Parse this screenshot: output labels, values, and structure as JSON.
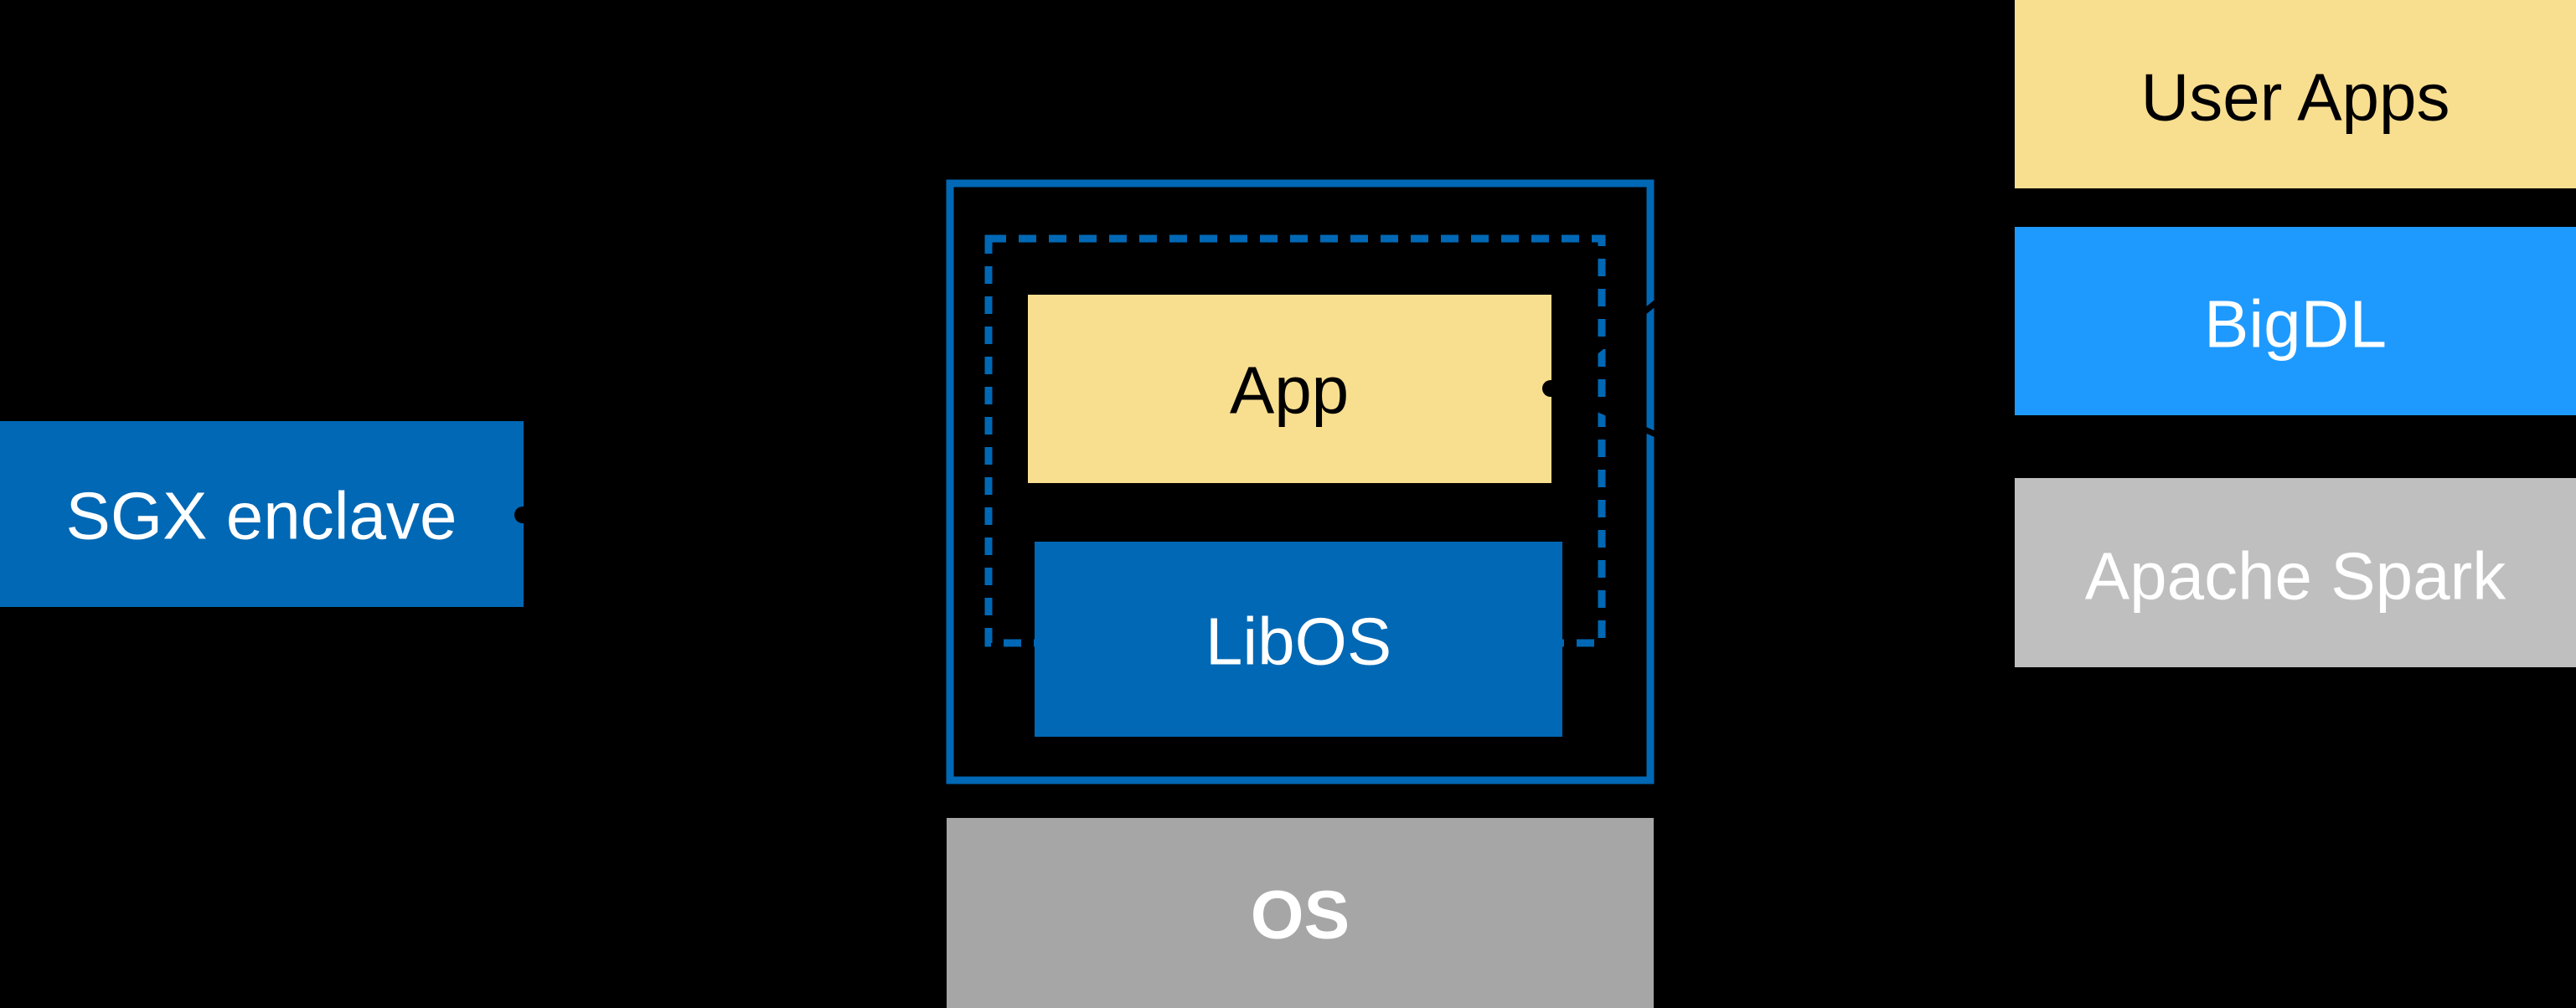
{
  "diagram": {
    "title_hint": "SGX enclave LibOS architecture diagram",
    "background": "#000000",
    "colors": {
      "intel_blue": "#0068B5",
      "bigdl_blue": "#1E9AFF",
      "box_yellow": "#F8DE8F",
      "spark_gray": "#BFBFBF",
      "os_gray": "#A6A6A6",
      "line_black": "#000000",
      "text_white": "#FFFFFF",
      "text_black": "#000000"
    },
    "labels": {
      "sgx_enclave": "SGX enclave",
      "app": "App",
      "libos": "LibOS",
      "os": "OS",
      "user_apps": "User Apps",
      "bigdl": "BigDL",
      "apache_spark": "Apache Spark"
    }
  }
}
